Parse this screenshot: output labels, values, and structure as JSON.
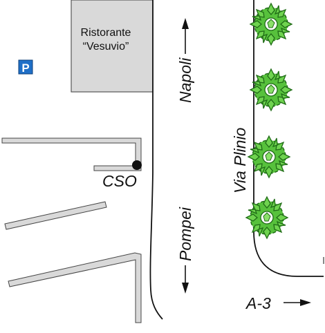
{
  "restaurant": {
    "line1": "Ristorante",
    "line2": "“Vesuvio”"
  },
  "parking": {
    "symbol": "P",
    "icon": "parking-icon"
  },
  "location_marker": {
    "label": "CSO",
    "icon": "dot-marker-icon"
  },
  "directions": {
    "north": {
      "label": "Napoli",
      "icon": "arrow-up-icon"
    },
    "south": {
      "label": "Pompei",
      "icon": "arrow-down-icon"
    },
    "east": {
      "label": "A-3",
      "icon": "arrow-right-icon"
    }
  },
  "street": {
    "name": "Via Plinio"
  },
  "trees": {
    "icon": "tree-icon",
    "count": 4
  },
  "colors": {
    "building_fill": "#d9d9d9",
    "building_stroke": "#555555",
    "parking_blue": "#1f6fc7",
    "tree_green": "#57c13c",
    "tree_dark": "#1f6b16",
    "road_line": "#111111"
  }
}
